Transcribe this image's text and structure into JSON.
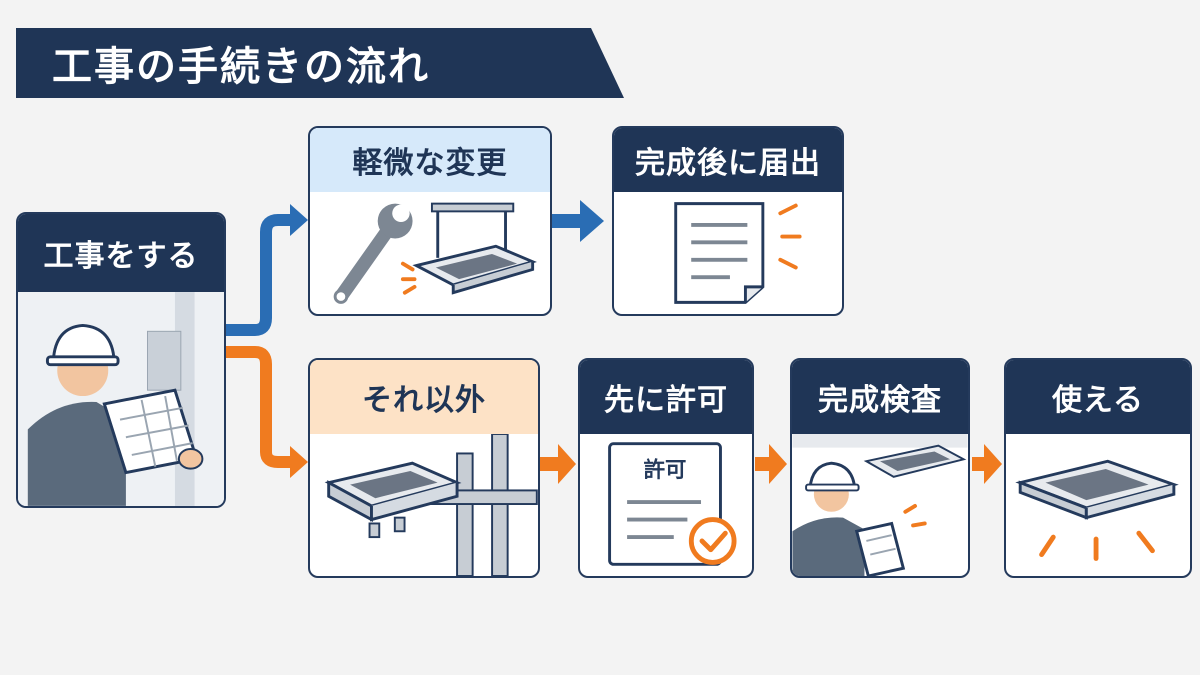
{
  "title": "工事の手続きの流れ",
  "steps": {
    "start": "工事をする",
    "minor": "軽微な変更",
    "report": "完成後に届出",
    "other": "それ以外",
    "permit": "先に許可",
    "inspection": "完成検査",
    "use": "使える"
  },
  "permit_doc_label": "許可",
  "colors": {
    "navy": "#1f3556",
    "blue_arrow": "#2a6db4",
    "orange": "#f07b1f",
    "light_blue": "#d6e9fa",
    "light_orange": "#fde2c6"
  }
}
